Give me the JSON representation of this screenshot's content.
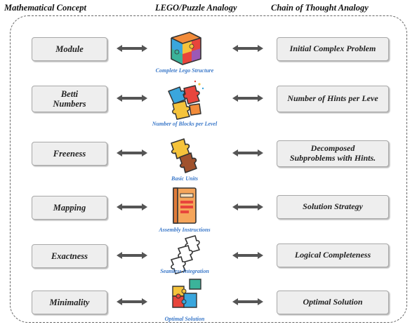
{
  "headers": {
    "left": "Mathematical Concept",
    "middle": "LEGO/Puzzle Analogy",
    "right": "Chain of Thought Analogy"
  },
  "rows": [
    {
      "concept": "Module",
      "analogy": "Complete Lego Structure",
      "analogy_icon": "lego-cube-icon",
      "cot": "Initial Complex Problem"
    },
    {
      "concept": "Betti Numbers",
      "analogy": "Number of Blocks per Level",
      "analogy_icon": "puzzle-pieces-icon",
      "cot": "Number of Hints per Leve"
    },
    {
      "concept": "Freeness",
      "analogy": "Basic Units",
      "analogy_icon": "two-puzzle-pieces-icon",
      "cot": "Decomposed Subproblems with Hints."
    },
    {
      "concept": "Mapping",
      "analogy": "Assembly Instructions",
      "analogy_icon": "instruction-book-icon",
      "cot": "Solution Strategy"
    },
    {
      "concept": "Exactness",
      "analogy": "Seamless Integration",
      "analogy_icon": "outline-puzzle-icon",
      "cot": "Logical Completeness"
    },
    {
      "concept": "Minimality",
      "analogy": "Optimal Solution",
      "analogy_icon": "assembled-puzzle-icon",
      "cot": "Optimal Solution"
    }
  ],
  "colors": {
    "box_fill": "#eeeeee",
    "box_border": "#a8a8a8",
    "arrow": "#555555",
    "caption": "#3a78c9",
    "frame": "#666666"
  }
}
